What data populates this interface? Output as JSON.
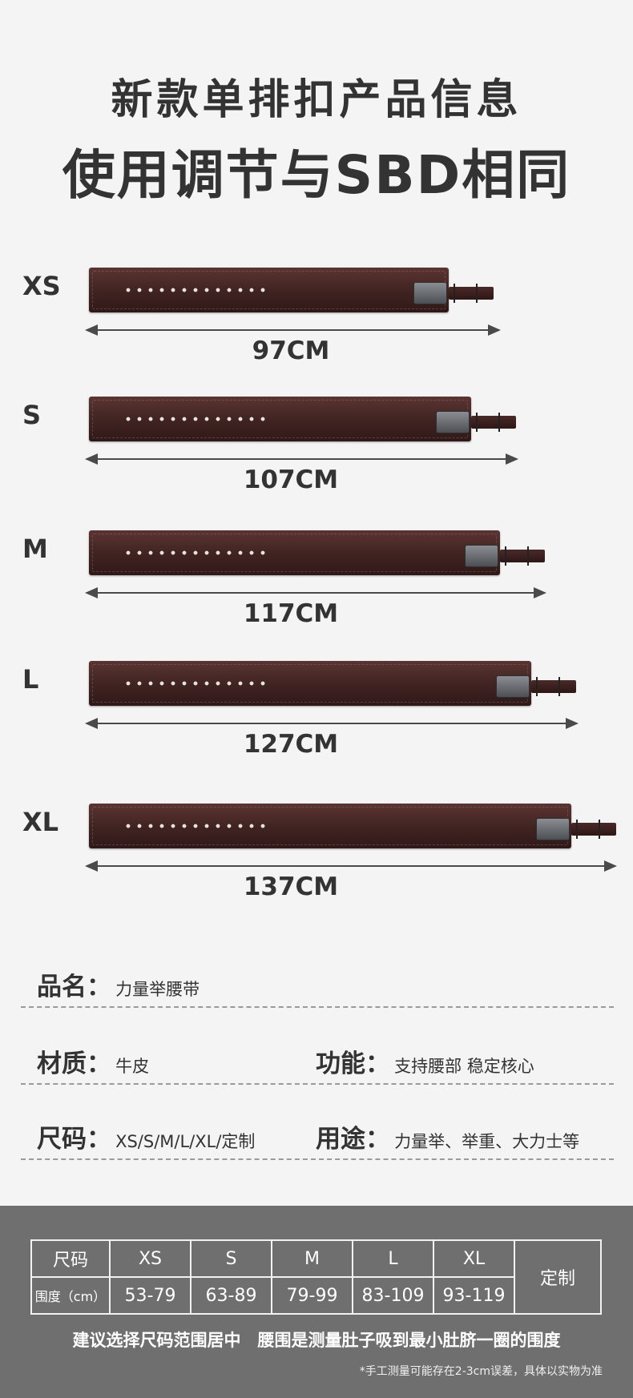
{
  "header": {
    "line1": "新款单排扣产品信息",
    "line2": "使用调节与SBD相同"
  },
  "sizes": [
    {
      "label": "XS",
      "length": "97CM"
    },
    {
      "label": "S",
      "length": "107CM"
    },
    {
      "label": "M",
      "length": "117CM"
    },
    {
      "label": "L",
      "length": "127CM"
    },
    {
      "label": "XL",
      "length": "137CM"
    }
  ],
  "info": {
    "name_key": "品名：",
    "name_val": "力量举腰带",
    "material_key": "材质：",
    "material_val": "牛皮",
    "function_key": "功能：",
    "function_val": "支持腰部 稳定核心",
    "size_key": "尺码：",
    "size_val": "XS/S/M/L/XL/定制",
    "usage_key": "用途：",
    "usage_val": "力量举、举重、大力士等"
  },
  "size_table": {
    "header_key": "尺码",
    "row_key": "围度（cm）",
    "sizes": [
      "XS",
      "S",
      "M",
      "L",
      "XL"
    ],
    "ranges": [
      "53-79",
      "63-89",
      "79-99",
      "83-109",
      "93-119"
    ],
    "custom": "定制"
  },
  "advice": "建议选择尺码范围居中　腰围是测量肚子吸到最小肚脐一圈的围度",
  "note": "*手工测量可能存在2-3cm误差，具体以实物为准",
  "colors": {
    "belt": "#3f2321",
    "table_bg": "#6f6f6f",
    "page_bg": "#f4f4f4"
  }
}
